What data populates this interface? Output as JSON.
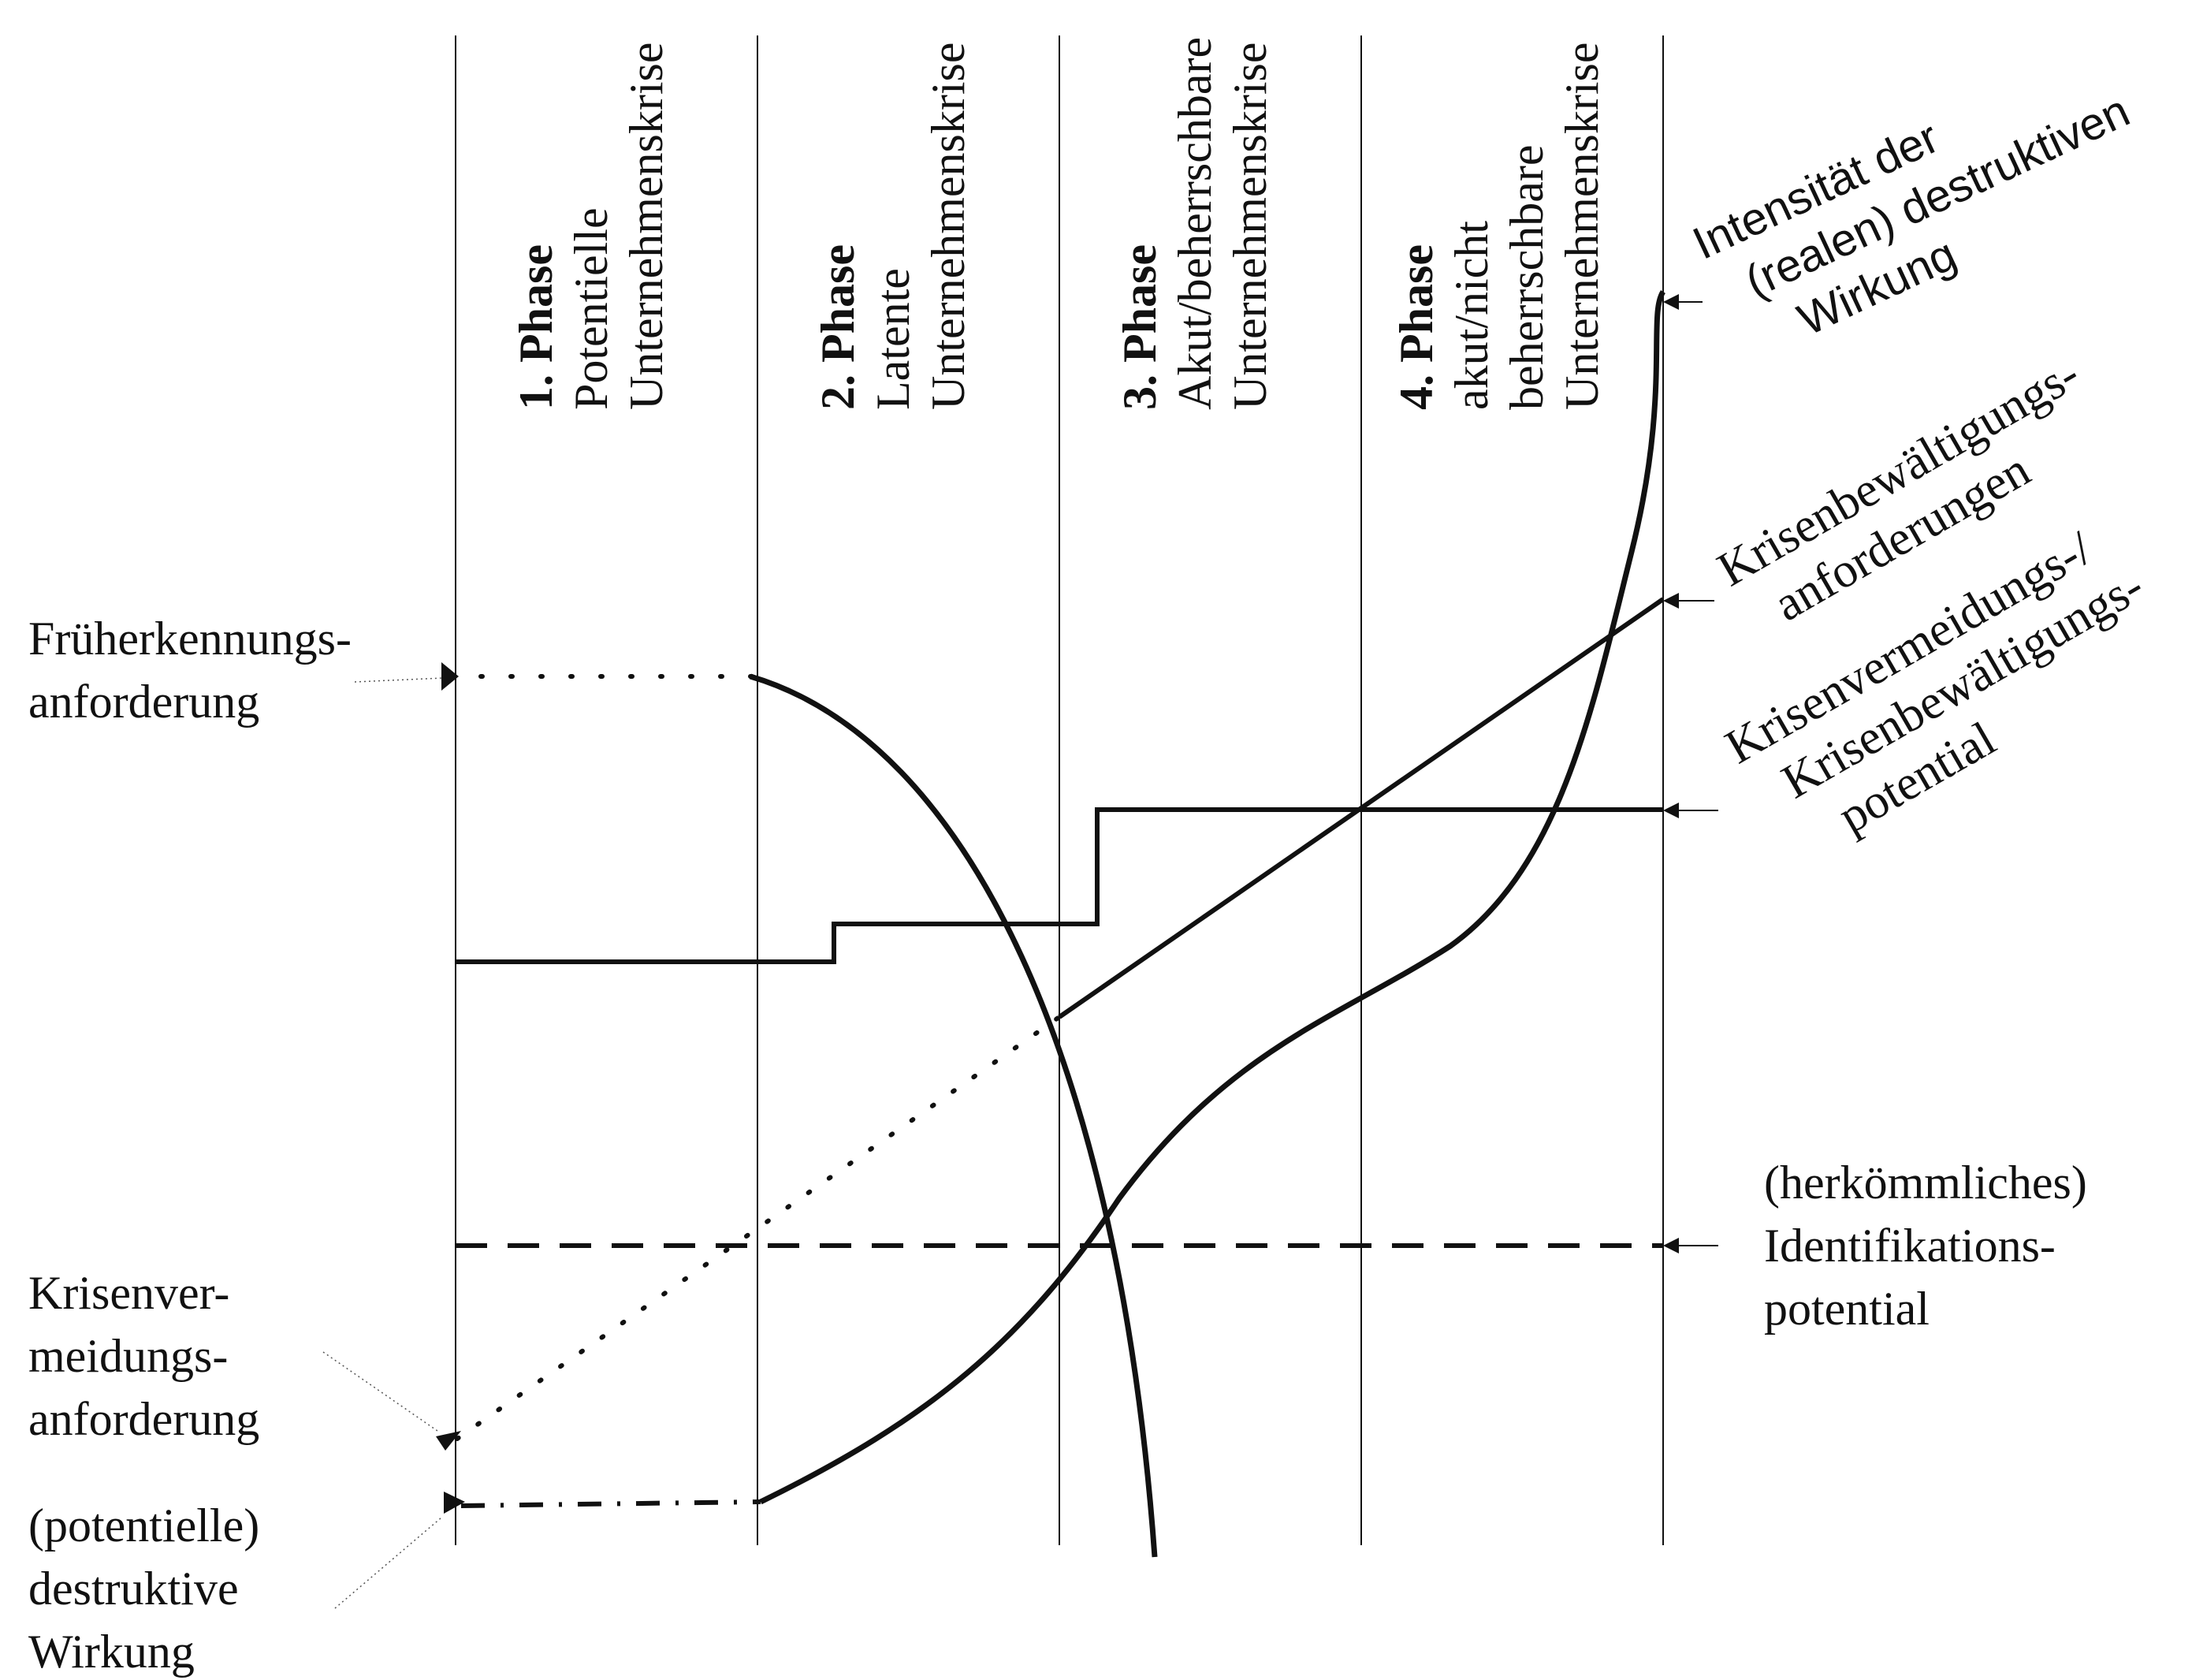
{
  "phases": [
    {
      "number": "1. Phase",
      "lines": [
        "Potentielle",
        "Unternehmenskrise"
      ]
    },
    {
      "number": "2. Phase",
      "lines": [
        "Latente",
        "Unternehmenskrise"
      ]
    },
    {
      "number": "3. Phase",
      "lines": [
        "Akut/beherrschbare",
        "Unternehmenskrise"
      ]
    },
    {
      "number": "4. Phase",
      "lines": [
        "akut/nicht",
        "beherrschbare",
        "Unternehmenskrise"
      ]
    }
  ],
  "left_labels": {
    "frueherkennung": [
      "Früherkennungs-",
      "anforderung"
    ],
    "krisenvermeidung": [
      "Krisenver-",
      "meidungs-",
      "anforderung"
    ],
    "destruktiv": [
      "(potentielle)",
      "destruktive",
      "Wirkung"
    ]
  },
  "right_labels": {
    "intensitaet": [
      "Intensität der",
      "(realen) destruktiven",
      "Wirkung"
    ],
    "bewaeltigung": [
      "Krisenbewältigungs-",
      "anforderungen"
    ],
    "potential": [
      "Krisenvermeidungs-/",
      "Krisenbewältigungs-",
      "potential"
    ],
    "identifikation": [
      "(herkömmliches)",
      "Identifikations-",
      "potential"
    ]
  },
  "colors": {
    "line": "#111111",
    "background": "#ffffff"
  }
}
